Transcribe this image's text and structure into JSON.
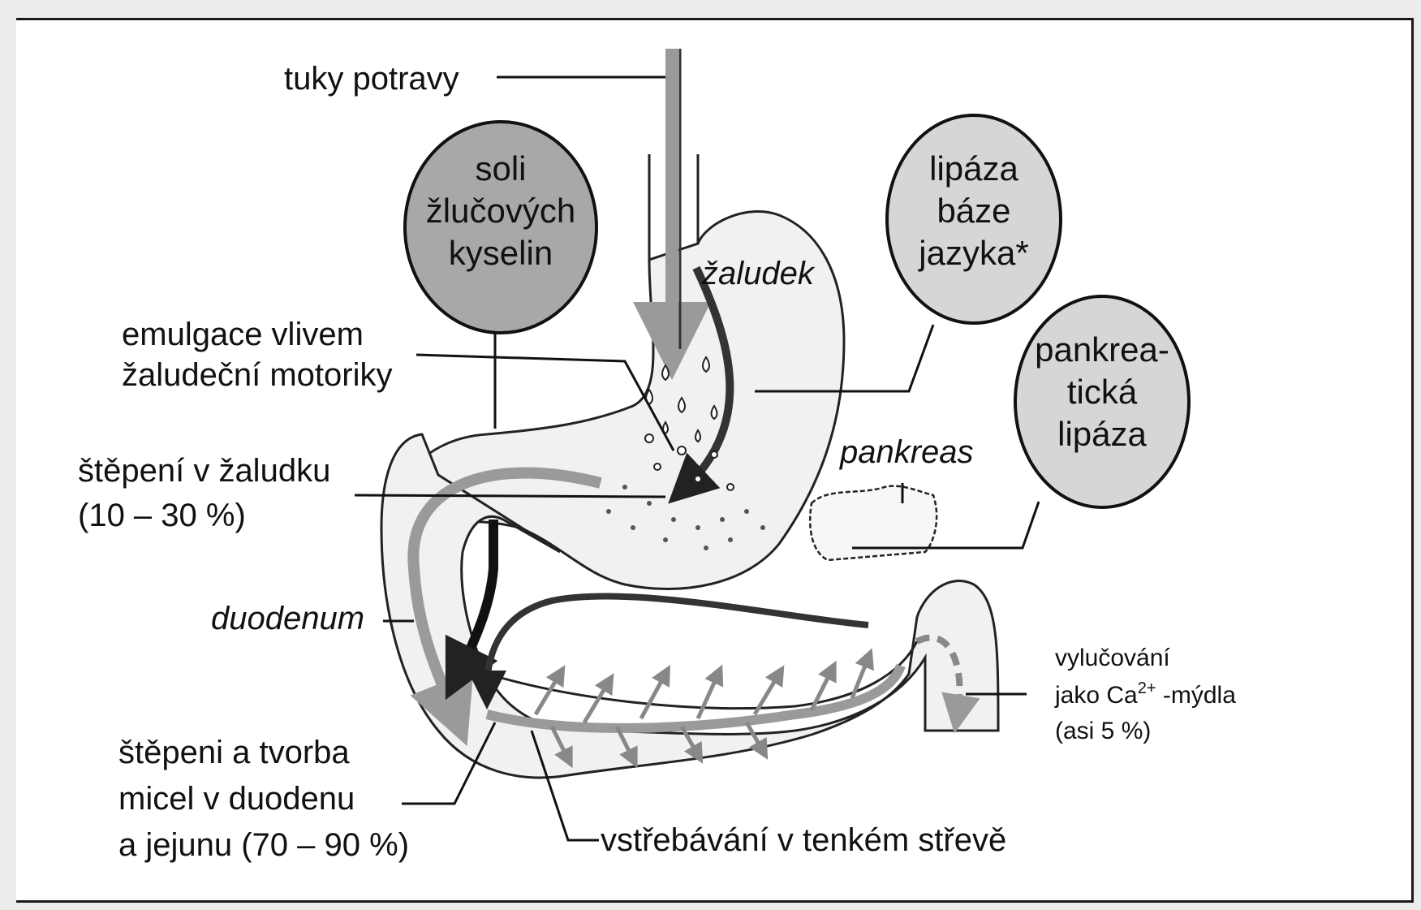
{
  "circles": {
    "bile_salts": [
      "soli",
      "žlučových",
      "kyselin"
    ],
    "lingual_lipase": [
      "lipáza",
      "báze",
      "jazyka*"
    ],
    "pancreatic_lipase": [
      "pankrea-",
      "tická",
      "lipáza"
    ]
  },
  "labels": {
    "dietary_fat": "tuky potravy",
    "stomach": "žaludek",
    "emulsification": [
      "emulgace vlivem",
      "žaludeční motoriky"
    ],
    "pancreas": "pankreas",
    "gastric_cleavage": [
      "štěpení v žaludku",
      "(10 – 30 %)"
    ],
    "duodenum": "duodenum",
    "duodenal_cleavage": [
      "štěpeni a tvorba",
      "micel v duodenu",
      "a jejunu (70 – 90 %)"
    ],
    "absorption": "vstřebávání v tenkém střevě",
    "excretion": {
      "line1": "vylučování",
      "line2_prefix": "jako Ca",
      "line2_sup": "2+",
      "line2_suffix": " -mýdla",
      "line3": "(asi 5 %)"
    }
  },
  "colors": {
    "circle_dark": "#a8a8a8",
    "circle_light": "#d6d6d6",
    "organ_fill": "#f1f1f1",
    "arrow_gray": "#9a9a9a",
    "arrow_dark": "#222222"
  }
}
